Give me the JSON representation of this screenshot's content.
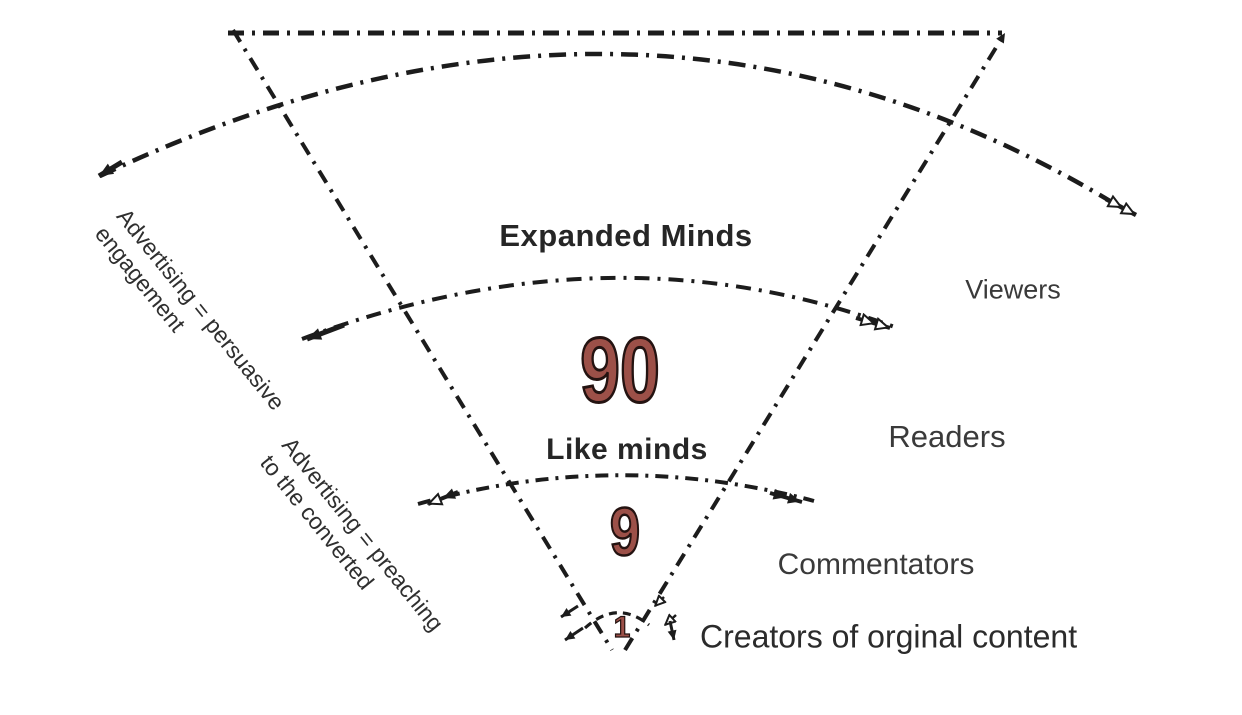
{
  "zones": {
    "expanded_minds": {
      "label": "Expanded Minds",
      "value": "90"
    },
    "like_minds": {
      "label": "Like minds",
      "value": "9"
    },
    "creators": {
      "value": "1"
    }
  },
  "role_labels": {
    "viewers": "Viewers",
    "readers": "Readers",
    "commentators": "Commentators",
    "creators": "Creators of orginal content"
  },
  "annotations": {
    "persuasive": {
      "line1": "Advertising = persuasive",
      "line2": "engagement"
    },
    "preaching": {
      "line1": "Advertising = preaching",
      "line2": "to the converted"
    }
  },
  "colors": {
    "line": "#1c1c1c",
    "zone_text": "#262626",
    "label_text": "#3a3a3a",
    "annotation_text": "#2f2f2f",
    "number_fill": "#9c5048",
    "number_outline": "#241311",
    "background": "#ffffff"
  }
}
